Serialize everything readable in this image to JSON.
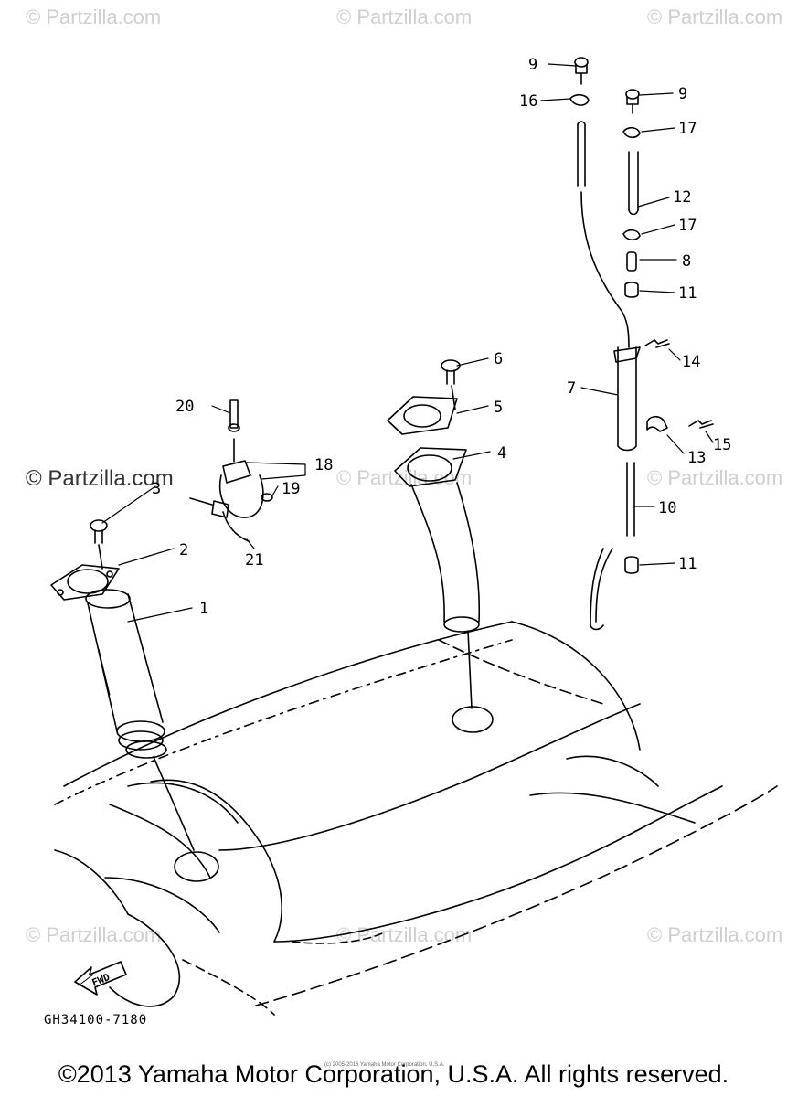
{
  "watermarks": {
    "text": "© Partzilla.com",
    "highlighted": "© Partzilla.com"
  },
  "callouts": [
    "1",
    "2",
    "3",
    "4",
    "5",
    "6",
    "7",
    "8",
    "9",
    "9",
    "10",
    "11",
    "11",
    "12",
    "13",
    "14",
    "15",
    "16",
    "17",
    "17",
    "18",
    "19",
    "20",
    "21"
  ],
  "fwd_label": "FWD",
  "drawing_id": "GH34100-7180",
  "small_note": "(c) 2005-2016 Yamaha Motor Corporation, U.S.A.",
  "copyright": "©2013 Yamaha Motor Corporation, U.S.A. All rights reserved."
}
